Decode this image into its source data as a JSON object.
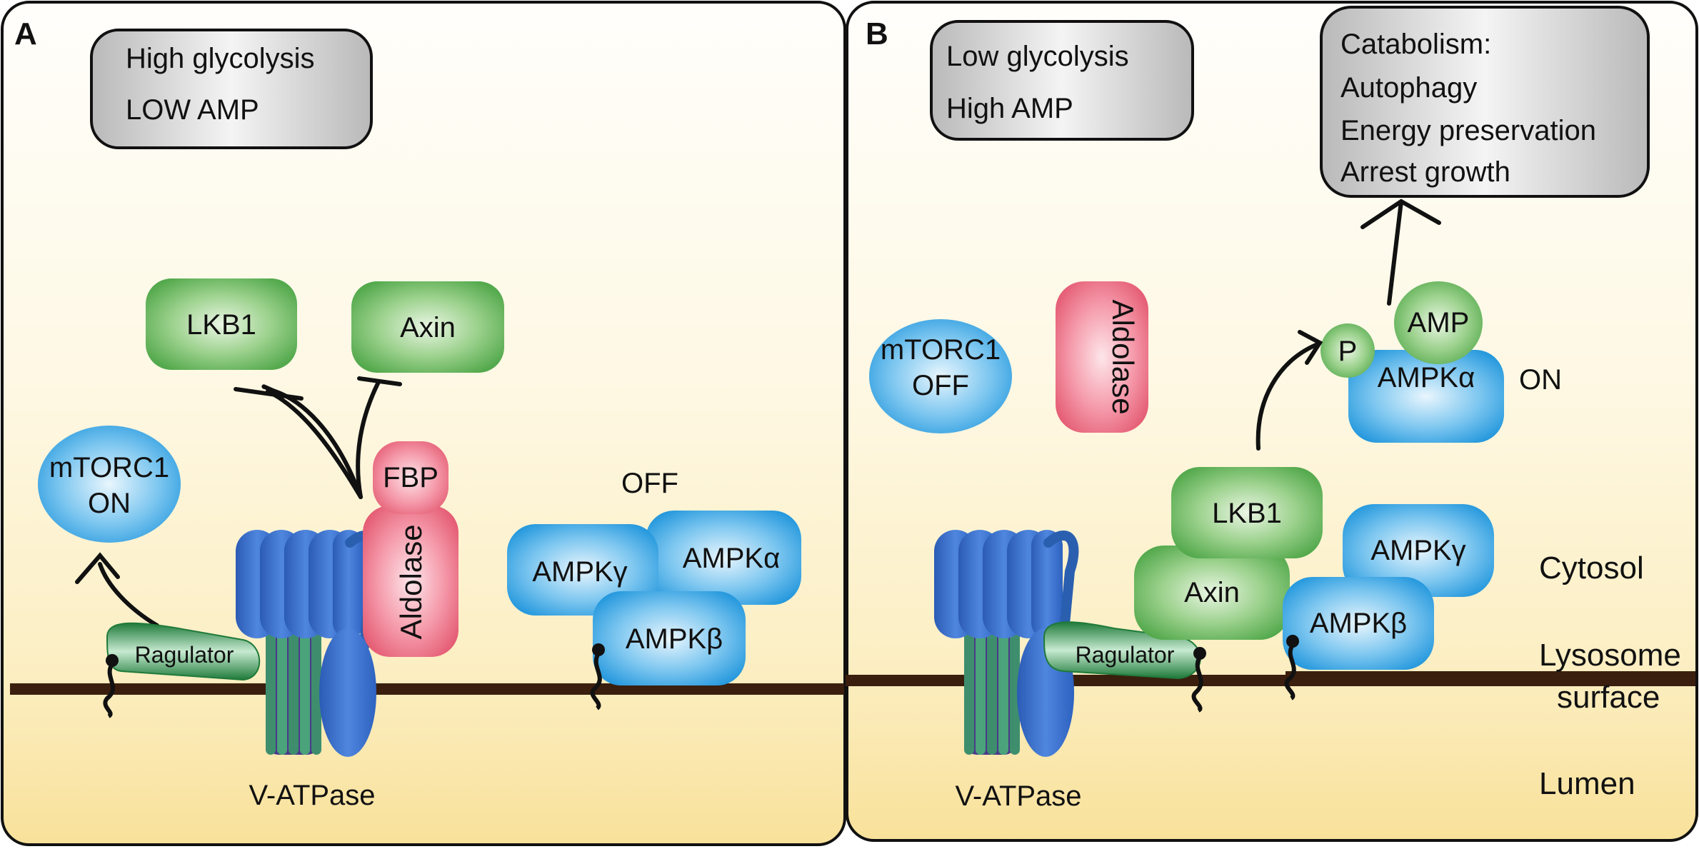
{
  "panels": {
    "a": {
      "letter": "A",
      "status_box": {
        "line1": "High glycolysis",
        "line2": "LOW AMP"
      },
      "mtorc1": {
        "line1": "mTORC1",
        "line2": "ON"
      },
      "lkb1": "LKB1",
      "axin": "Axin",
      "fbp": "FBP",
      "aldolase": "Aldolase",
      "ragulator": "Ragulator",
      "v_atpase": "V-ATPase",
      "ampk_state": "OFF",
      "ampk_gamma": "AMPKγ",
      "ampk_alpha": "AMPKα",
      "ampk_beta": "AMPKβ"
    },
    "b": {
      "letter": "B",
      "status_box": {
        "line1": "Low glycolysis",
        "line2": "High AMP"
      },
      "outcome_box": {
        "line1": "Catabolism:",
        "line2": "Autophagy",
        "line3": "Energy preservation",
        "line4": "Arrest growth"
      },
      "mtorc1": {
        "line1": "mTORC1",
        "line2": "OFF"
      },
      "aldolase": "Aldolase",
      "phospho": "P",
      "amp": "AMP",
      "ampk_alpha": "AMPKα",
      "ampk_state": "ON",
      "lkb1": "LKB1",
      "axin": "Axin",
      "ampk_gamma": "AMPKγ",
      "ampk_beta": "AMPKβ",
      "ragulator": "Ragulator",
      "v_atpase": "V-ATPase"
    }
  },
  "compartments": {
    "cytosol": "Cytosol",
    "lysosome_line1": "Lysosome",
    "lysosome_line2": "surface",
    "lumen": "Lumen"
  },
  "colors": {
    "cytosol_bg": "#fdf8ec",
    "lumen_bg": "#fae8ad",
    "membrane": "#3b1f0e",
    "green": "#67b65f",
    "blue": "#3aa6e3",
    "pink": "#ec6c80",
    "grey_box": "#c9c9c9",
    "dark_green": "#2f8a45",
    "atpase_blue": "#2a5fb0"
  }
}
